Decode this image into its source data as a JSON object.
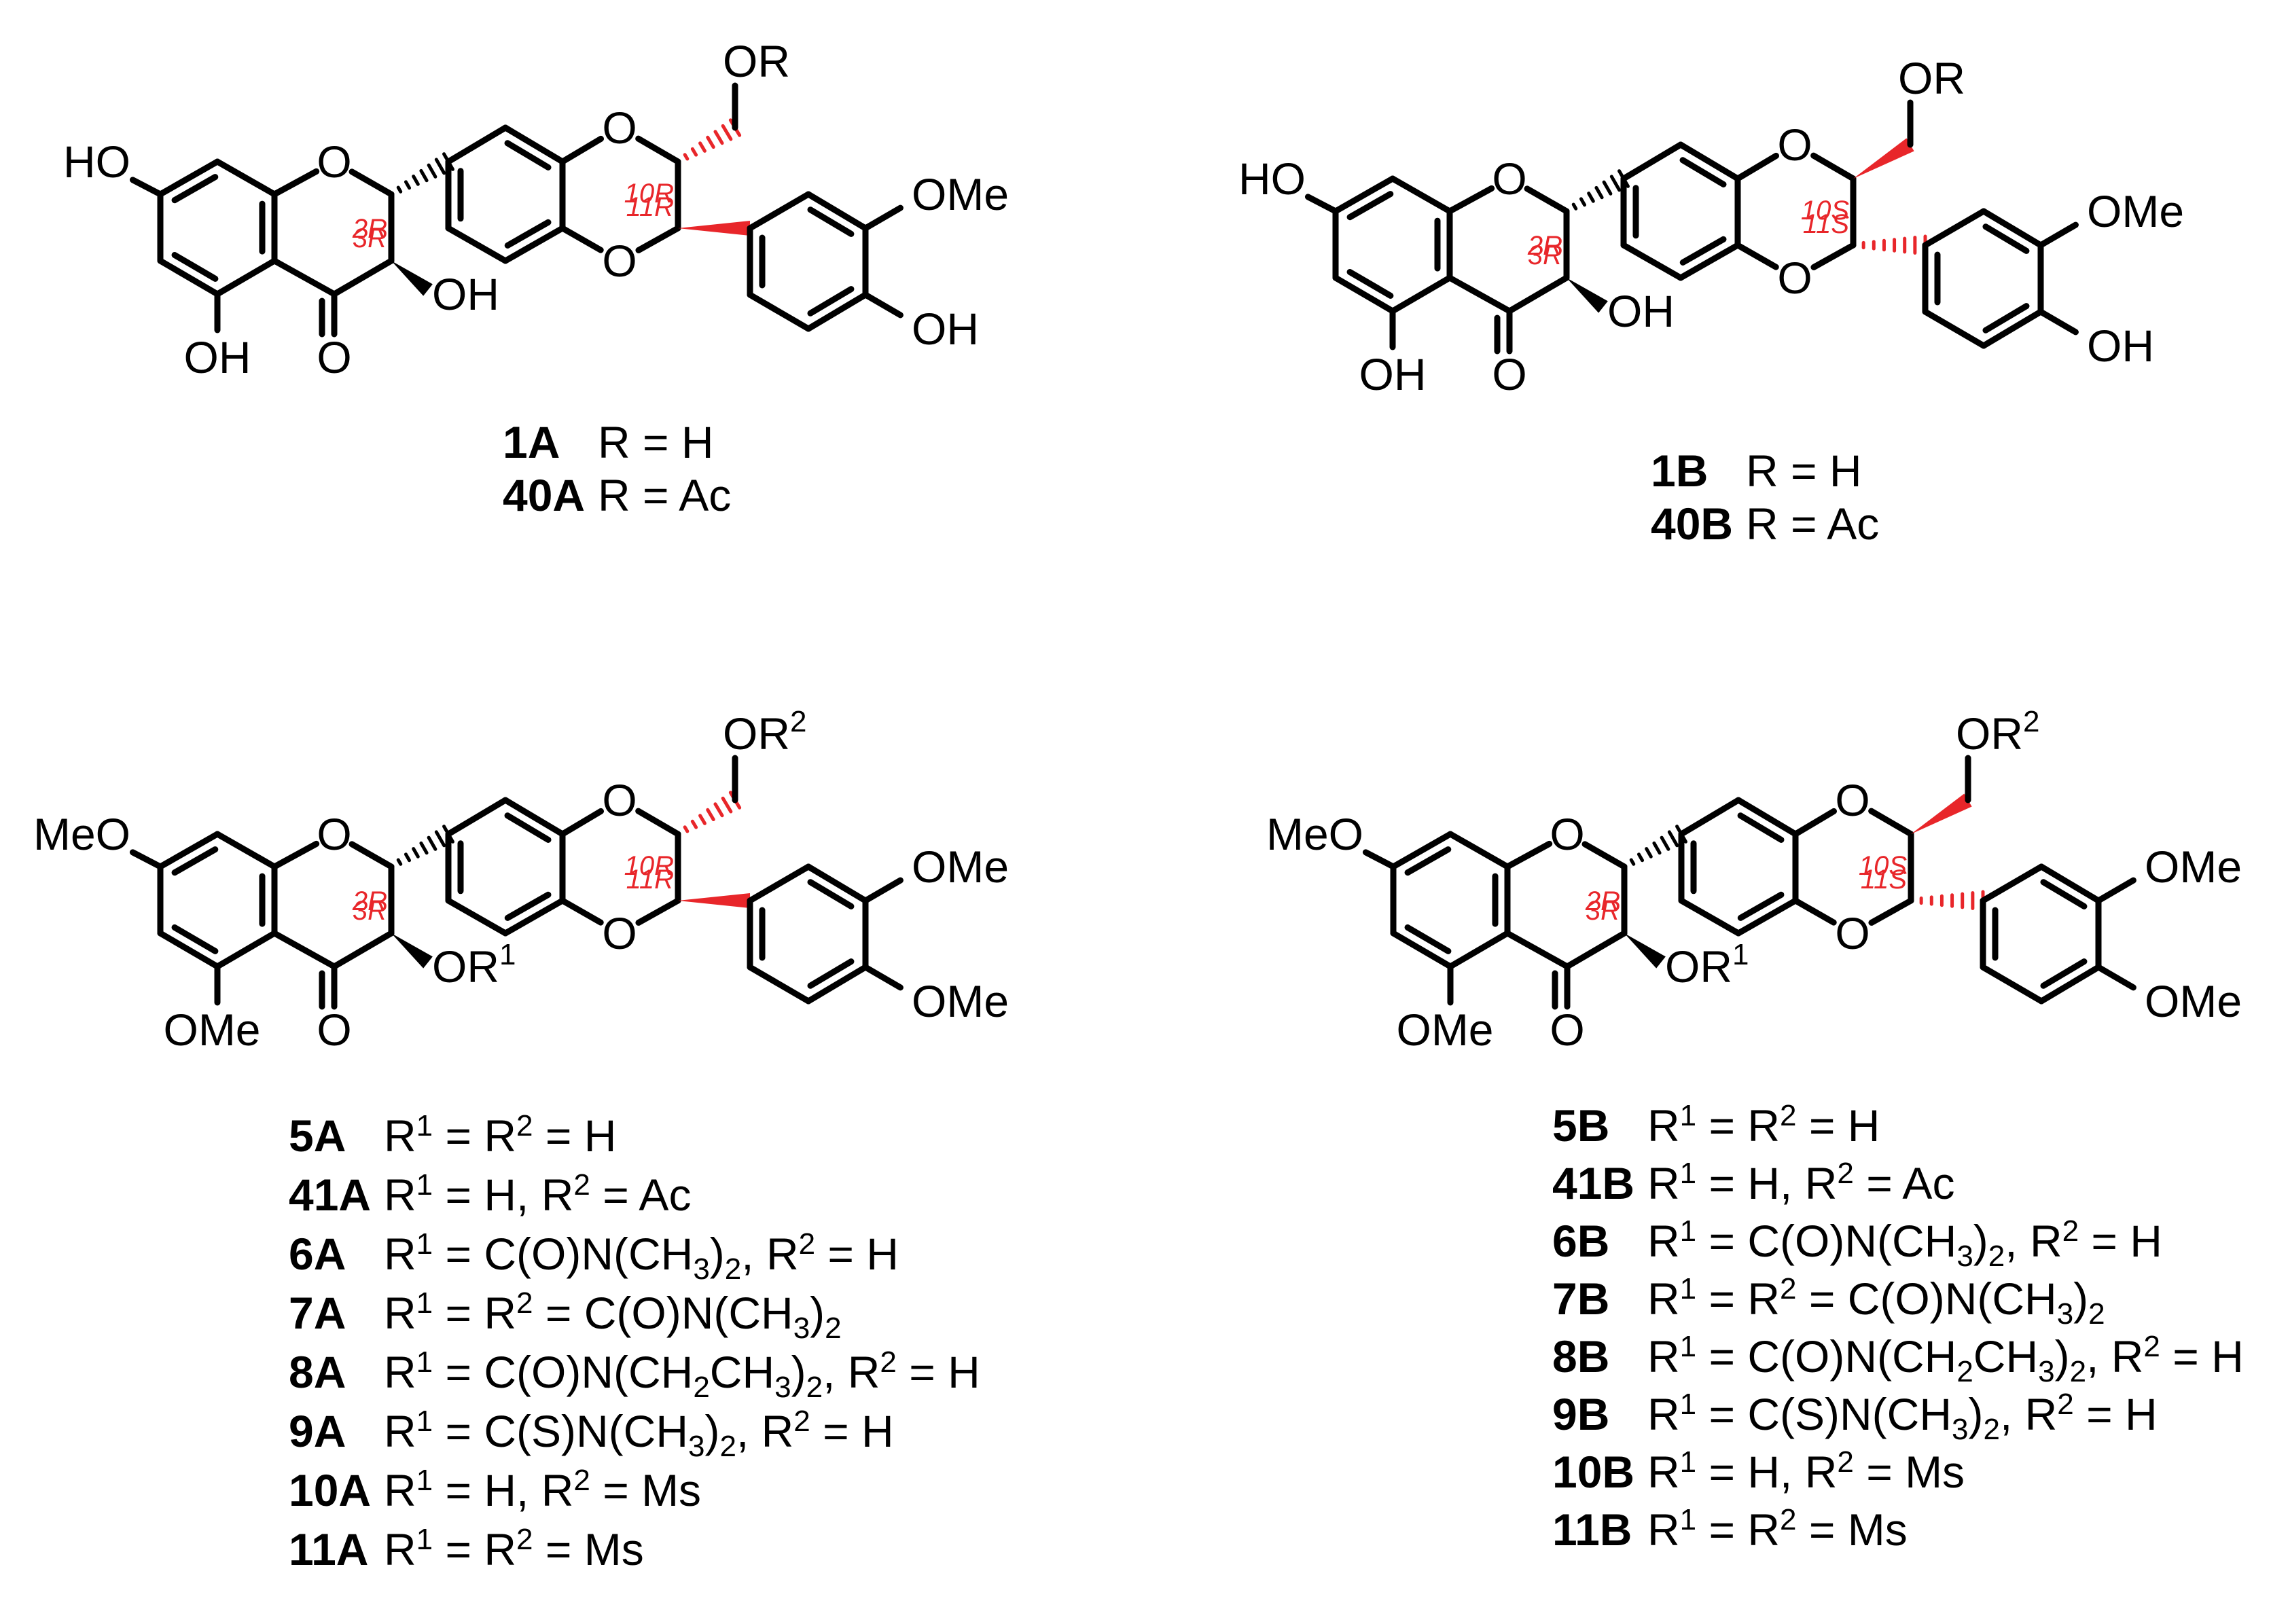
{
  "colors": {
    "bond": "#000000",
    "stereo": "#e8262a",
    "background": "#ffffff"
  },
  "structures": [
    {
      "id": "top-left",
      "atoms": {
        "oh7": "HO",
        "o1": "O",
        "o2": "O",
        "o3": "O",
        "oh5": "OH",
        "carbonyl": "O",
        "oh3": "OH",
        "ome": "OMe",
        "oh4p": "OH",
        "oR": "OR"
      },
      "stereo": [
        "2R",
        "3R",
        "10R",
        "11R"
      ],
      "captions": [
        {
          "compound": "1A",
          "text": "R = H"
        },
        {
          "compound": "40A",
          "text": "R = Ac"
        }
      ]
    },
    {
      "id": "top-right",
      "atoms": {
        "oh7": "HO",
        "o1": "O",
        "o2": "O",
        "o3": "O",
        "oh5": "OH",
        "carbonyl": "O",
        "oh3": "OH",
        "ome": "OMe",
        "oh4p": "OH",
        "oR": "OR"
      },
      "stereo": [
        "2R",
        "3R",
        "10S",
        "11S"
      ],
      "captions": [
        {
          "compound": "1B",
          "text": "R = H"
        },
        {
          "compound": "40B",
          "text": "R = Ac"
        }
      ]
    },
    {
      "id": "bottom-left",
      "atoms": {
        "ome7": "MeO",
        "o1": "O",
        "o2": "O",
        "o3": "O",
        "ome5": "OMe",
        "carbonyl": "O",
        "or1": "OR",
        "or1_sup": "1",
        "ome3p": "OMe",
        "ome4p": "OMe",
        "or2": "OR",
        "or2_sup": "2"
      },
      "stereo": [
        "2R",
        "3R",
        "10R",
        "11R"
      ],
      "captions": [
        {
          "compound": "5A",
          "html": "R<sup>1</sup> = R<sup>2</sup> = H"
        },
        {
          "compound": "41A",
          "html": "R<sup>1</sup> = H, R<sup>2</sup> = Ac"
        },
        {
          "compound": "6A",
          "html": "R<sup>1</sup> = C(O)N(CH<sub>3</sub>)<sub>2</sub>, R<sup>2</sup> = H"
        },
        {
          "compound": "7A",
          "html": "R<sup>1</sup> = R<sup>2</sup> = C(O)N(CH<sub>3</sub>)<sub>2</sub>"
        },
        {
          "compound": "8A",
          "html": "R<sup>1</sup> = C(O)N(CH<sub>2</sub>CH<sub>3</sub>)<sub>2</sub>, R<sup>2</sup> = H"
        },
        {
          "compound": "9A",
          "html": "R<sup>1</sup> = C(S)N(CH<sub>3</sub>)<sub>2</sub>, R<sup>2</sup> = H"
        },
        {
          "compound": "10A",
          "html": "R<sup>1</sup> = H, R<sup>2</sup> = Ms"
        },
        {
          "compound": "11A",
          "html": "R<sup>1</sup> = R<sup>2</sup> = Ms"
        }
      ]
    },
    {
      "id": "bottom-right",
      "atoms": {
        "ome7": "MeO",
        "o1": "O",
        "o2": "O",
        "o3": "O",
        "ome5": "OMe",
        "carbonyl": "O",
        "or1": "OR",
        "or1_sup": "1",
        "ome3p": "OMe",
        "ome4p": "OMe",
        "or2": "OR",
        "or2_sup": "2"
      },
      "stereo": [
        "2R",
        "3R",
        "10S",
        "11S"
      ],
      "captions": [
        {
          "compound": "5B",
          "html": "R<sup>1</sup> = R<sup>2</sup> = H"
        },
        {
          "compound": "41B",
          "html": "R<sup>1</sup> = H, R<sup>2</sup> = Ac"
        },
        {
          "compound": "6B",
          "html": "R<sup>1</sup> = C(O)N(CH<sub>3</sub>)<sub>2</sub>, R<sup>2</sup> = H"
        },
        {
          "compound": "7B",
          "html": "R<sup>1</sup> = R<sup>2</sup> = C(O)N(CH<sub>3</sub>)<sub>2</sub>"
        },
        {
          "compound": "8B",
          "html": "R<sup>1</sup> = C(O)N(CH<sub>2</sub>CH<sub>3</sub>)<sub>2</sub>, R<sup>2</sup> = H"
        },
        {
          "compound": "9B",
          "html": "R<sup>1</sup> = C(S)N(CH<sub>3</sub>)<sub>2</sub>, R<sup>2</sup> = H"
        },
        {
          "compound": "10B",
          "html": "R<sup>1</sup> = H, R<sup>2</sup> = Ms"
        },
        {
          "compound": "11B",
          "html": "R<sup>1</sup> = R<sup>2</sup> = Ms"
        }
      ]
    }
  ]
}
